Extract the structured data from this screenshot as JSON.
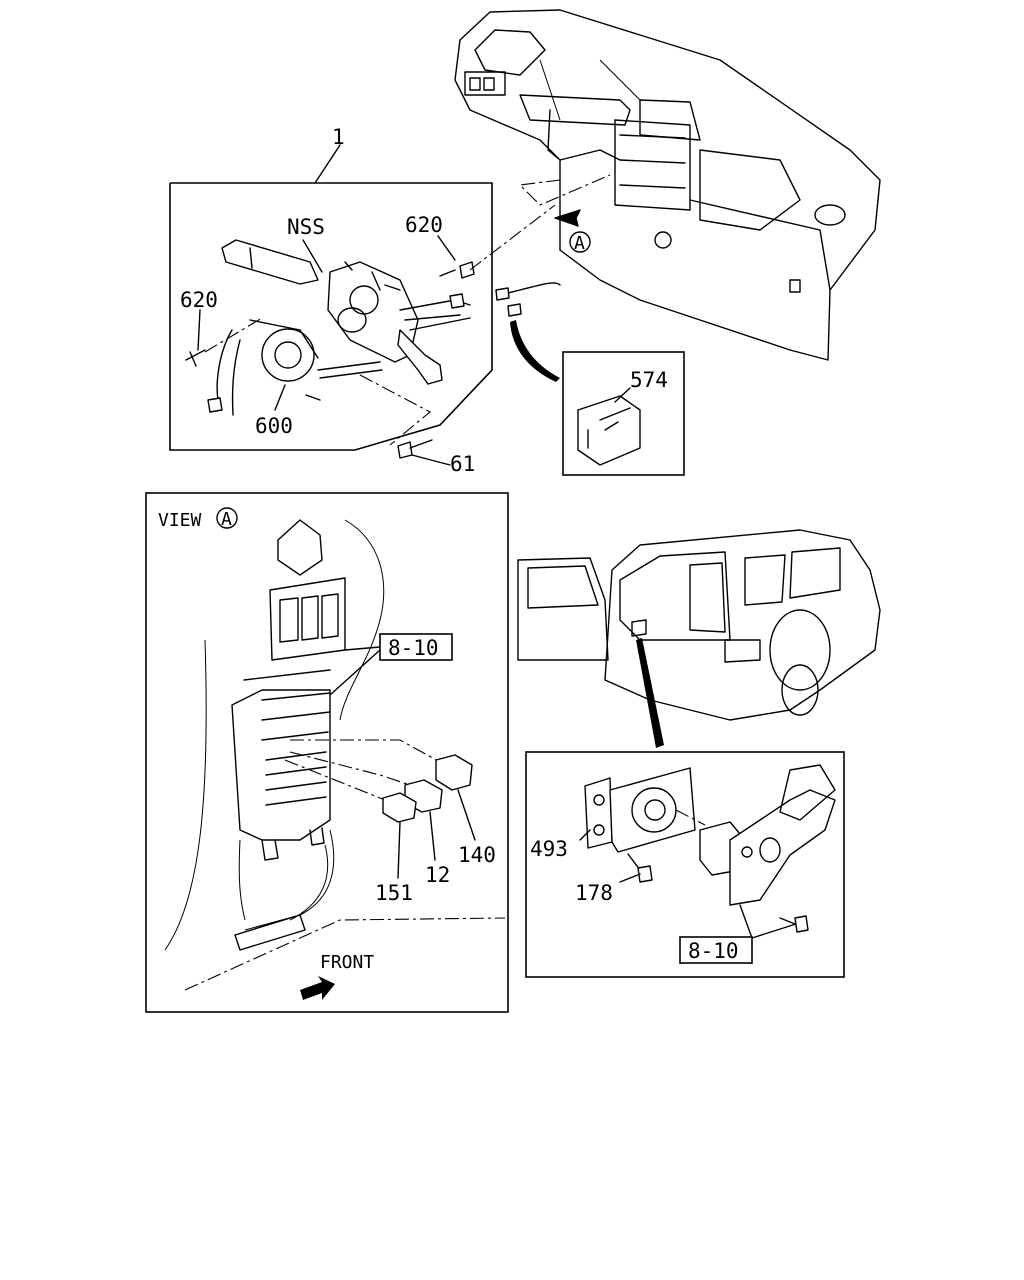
{
  "labels": {
    "part_1": "1",
    "nss": "NSS",
    "part_620_upper": "620",
    "part_620_left": "620",
    "part_600": "600",
    "part_61": "61",
    "part_574": "574",
    "view_prefix": "VIEW",
    "view_mark": "A",
    "ref_a_mark": "A",
    "ref_8_10_view": "8-10",
    "part_140": "140",
    "part_12": "12",
    "part_151": "151",
    "front": "FRONT",
    "part_493": "493",
    "part_178": "178",
    "ref_8_10_door": "8-10"
  }
}
